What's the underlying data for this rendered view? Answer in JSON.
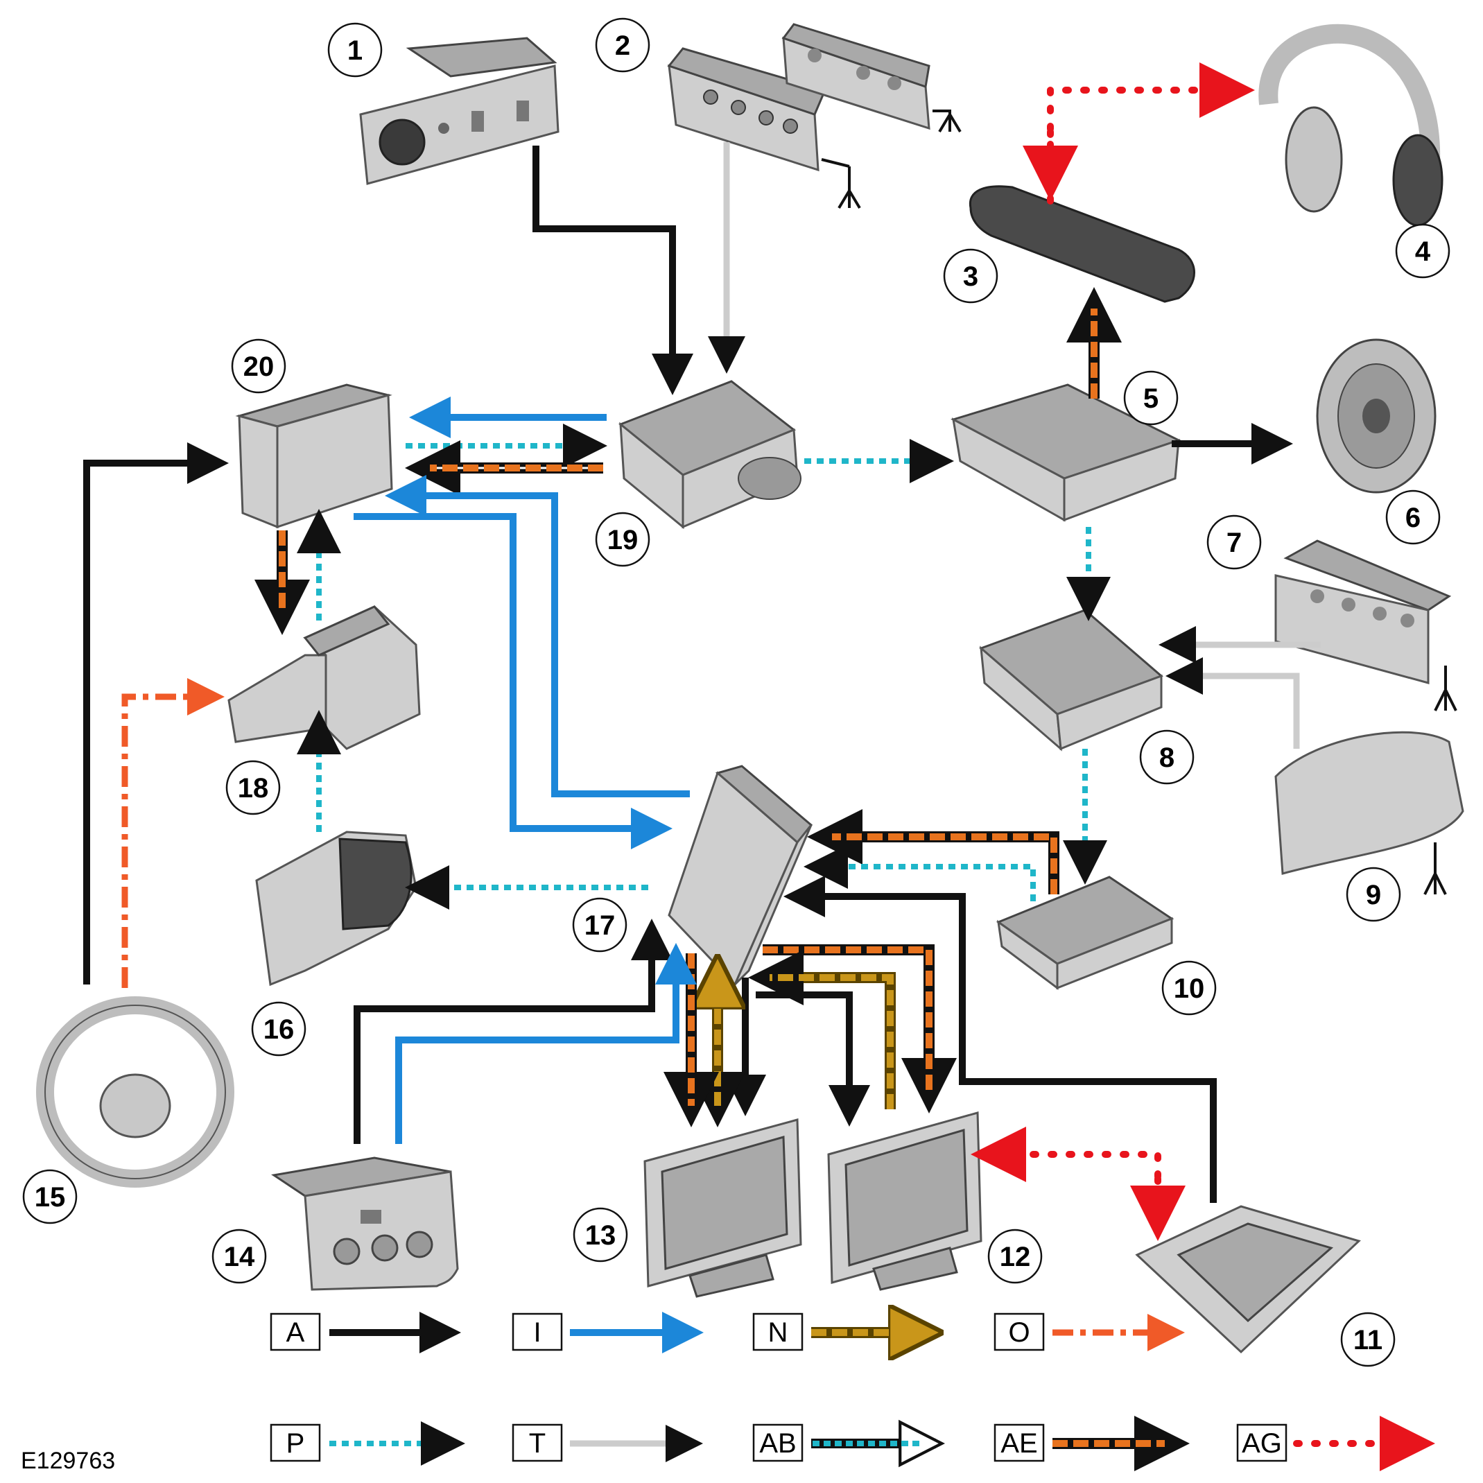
{
  "figure_ref": "E129763",
  "colors": {
    "black": "#111111",
    "blue": "#1c87d9",
    "gold": "#c9961a",
    "orange": "#f05a28",
    "cyan": "#1fb6c9",
    "grey": "#cccccc",
    "red": "#e8141c",
    "dark_orange": "#e8731e"
  },
  "components": [
    {
      "number": "1",
      "icon": "usb-aux-socket-panel-icon"
    },
    {
      "number": "2",
      "icon": "tuner-module-icon"
    },
    {
      "number": "3",
      "icon": "ir-transmitter-icon"
    },
    {
      "number": "4",
      "icon": "wireless-headphones-icon"
    },
    {
      "number": "5",
      "icon": "amplifier-icon"
    },
    {
      "number": "6",
      "icon": "speaker-icon"
    },
    {
      "number": "7",
      "icon": "tv-tuner-module-icon"
    },
    {
      "number": "8",
      "icon": "module-icon"
    },
    {
      "number": "9",
      "icon": "antenna-icon"
    },
    {
      "number": "10",
      "icon": "module-icon"
    },
    {
      "number": "11",
      "icon": "control-panel-icon"
    },
    {
      "number": "12",
      "icon": "rear-display-icon"
    },
    {
      "number": "13",
      "icon": "rear-display-icon"
    },
    {
      "number": "14",
      "icon": "rear-media-socket-panel-icon"
    },
    {
      "number": "15",
      "icon": "steering-wheel-icon"
    },
    {
      "number": "16",
      "icon": "instrument-cluster-icon"
    },
    {
      "number": "17",
      "icon": "control-module-icon"
    },
    {
      "number": "18",
      "icon": "clockspring-icon"
    },
    {
      "number": "19",
      "icon": "audio-unit-icon"
    },
    {
      "number": "20",
      "icon": "touch-screen-icon"
    }
  ],
  "legend": [
    {
      "key": "A",
      "style": "solid-black"
    },
    {
      "key": "I",
      "style": "solid-blue"
    },
    {
      "key": "N",
      "style": "gold-dashed"
    },
    {
      "key": "O",
      "style": "orange-dash-dot"
    },
    {
      "key": "P",
      "style": "cyan-dotted"
    },
    {
      "key": "T",
      "style": "solid-grey"
    },
    {
      "key": "AB",
      "style": "cyan-hollow"
    },
    {
      "key": "AE",
      "style": "orange-black-dashed"
    },
    {
      "key": "AG",
      "style": "red-dotted"
    }
  ]
}
